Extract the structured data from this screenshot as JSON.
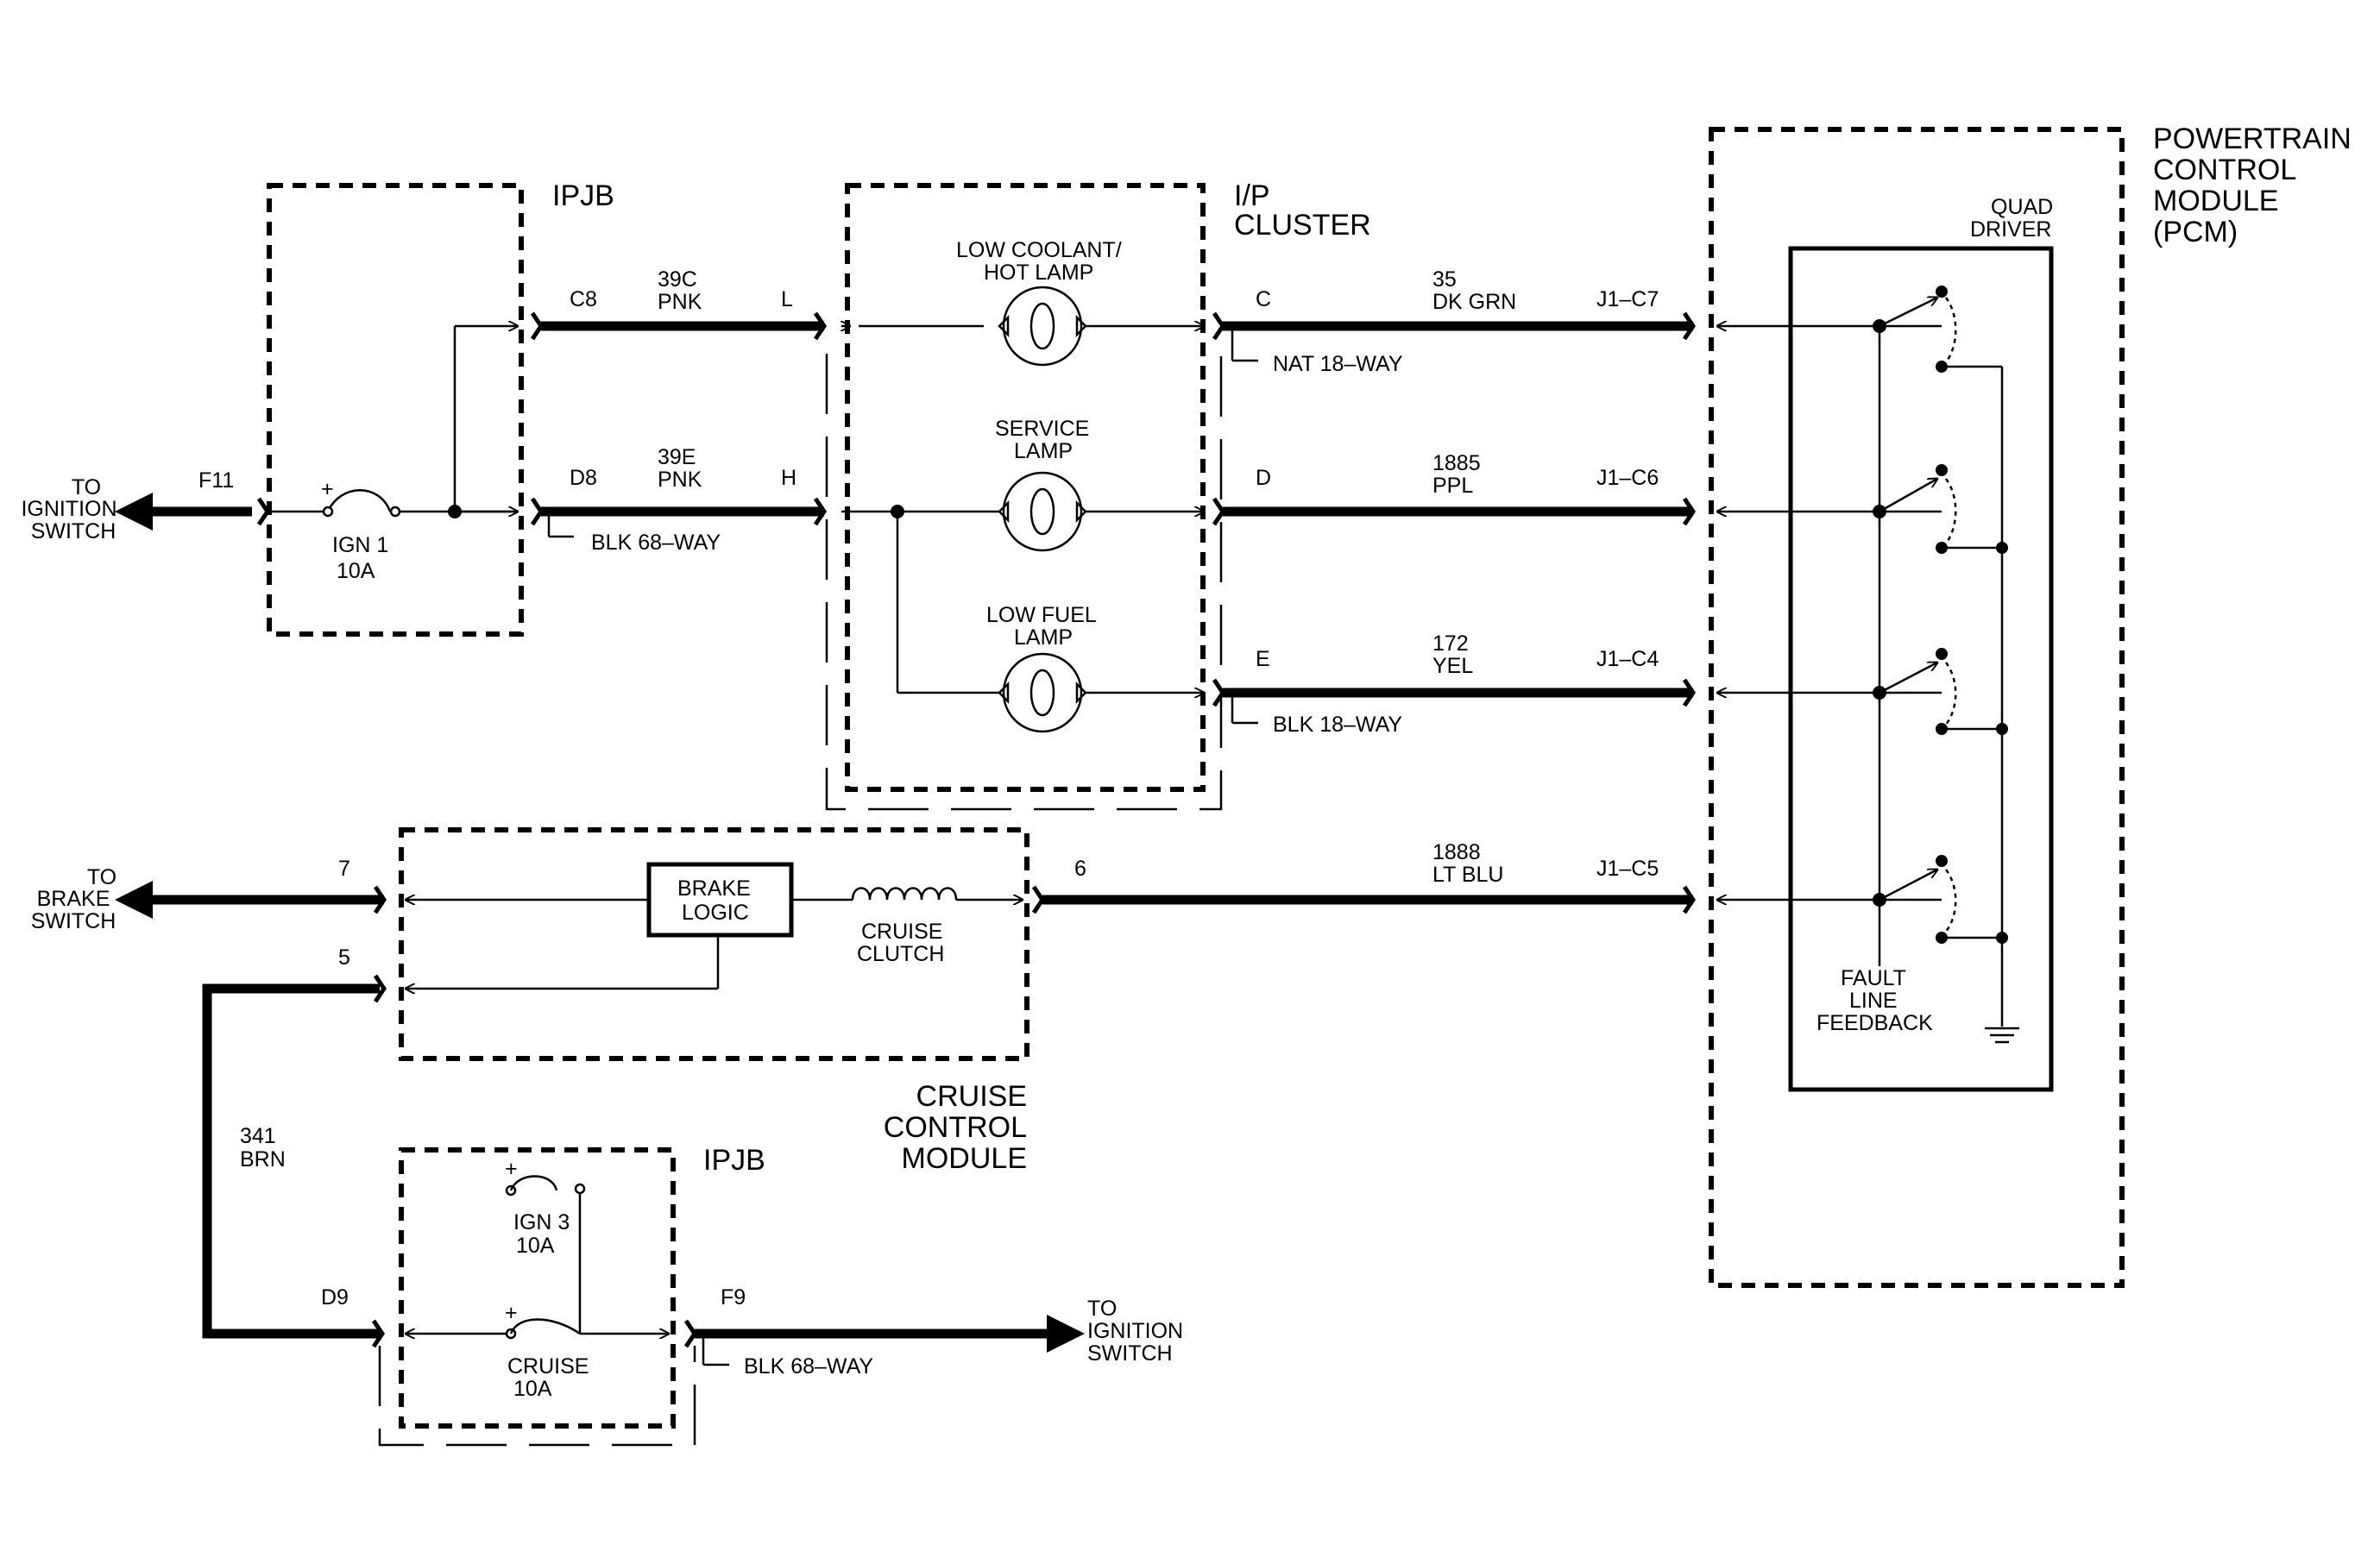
{
  "labels": {
    "ipjb_top": "IPJB",
    "ip_cluster_1": "I/P",
    "ip_cluster_2": "CLUSTER",
    "pcm_1": "POWERTRAIN",
    "pcm_2": "CONTROL",
    "pcm_3": "MODULE",
    "pcm_4": "(PCM)",
    "quad_1": "QUAD",
    "quad_2": "DRIVER",
    "to_ign_1": "TO",
    "to_ign_2": "IGNITION",
    "to_ign_3": "SWITCH",
    "f11": "F11",
    "ign1_1": "IGN 1",
    "ign1_2": "10A",
    "c8": "C8",
    "w39c_1": "39C",
    "w39c_2": "PNK",
    "l_pin": "L",
    "d8": "D8",
    "w39e_1": "39E",
    "w39e_2": "PNK",
    "h_pin": "H",
    "blk68_top": "BLK  68–WAY",
    "coolant_1": "LOW COOLANT/",
    "coolant_2": "HOT LAMP",
    "service_1": "SERVICE",
    "service_2": "LAMP",
    "lowfuel_1": "LOW FUEL",
    "lowfuel_2": "LAMP",
    "pin_c": "C",
    "w35_1": "35",
    "w35_2": "DK GRN",
    "j1c7": "J1–C7",
    "nat18": "NAT  18–WAY",
    "pin_d": "D",
    "w1885_1": "1885",
    "w1885_2": "PPL",
    "j1c6": "J1–C6",
    "pin_e": "E",
    "w172_1": "172",
    "w172_2": "YEL",
    "j1c4": "J1–C4",
    "blk18": "BLK  18–WAY",
    "to_brake_1": "TO",
    "to_brake_2": "BRAKE",
    "to_brake_3": "SWITCH",
    "pin7": "7",
    "brake_logic_1": "BRAKE",
    "brake_logic_2": "LOGIC",
    "cruise_clutch_1": "CRUISE",
    "cruise_clutch_2": "CLUTCH",
    "pin6": "6",
    "w1888_1": "1888",
    "w1888_2": "LT BLU",
    "j1c5": "J1–C5",
    "pin5": "5",
    "ccm_1": "CRUISE",
    "ccm_2": "CONTROL",
    "ccm_3": "MODULE",
    "fault_1": "FAULT",
    "fault_2": "LINE",
    "fault_3": "FEEDBACK",
    "w341_1": "341",
    "w341_2": "BRN",
    "ipjb_bottom": "IPJB",
    "ign3_1": "IGN 3",
    "ign3_2": "10A",
    "d9": "D9",
    "cruise_fuse_1": "CRUISE",
    "cruise_fuse_2": "10A",
    "f9": "F9",
    "blk68_bottom": "BLK  68–WAY",
    "to_ign2_1": "TO",
    "to_ign2_2": "IGNITION",
    "to_ign2_3": "SWITCH",
    "plus": "+"
  }
}
